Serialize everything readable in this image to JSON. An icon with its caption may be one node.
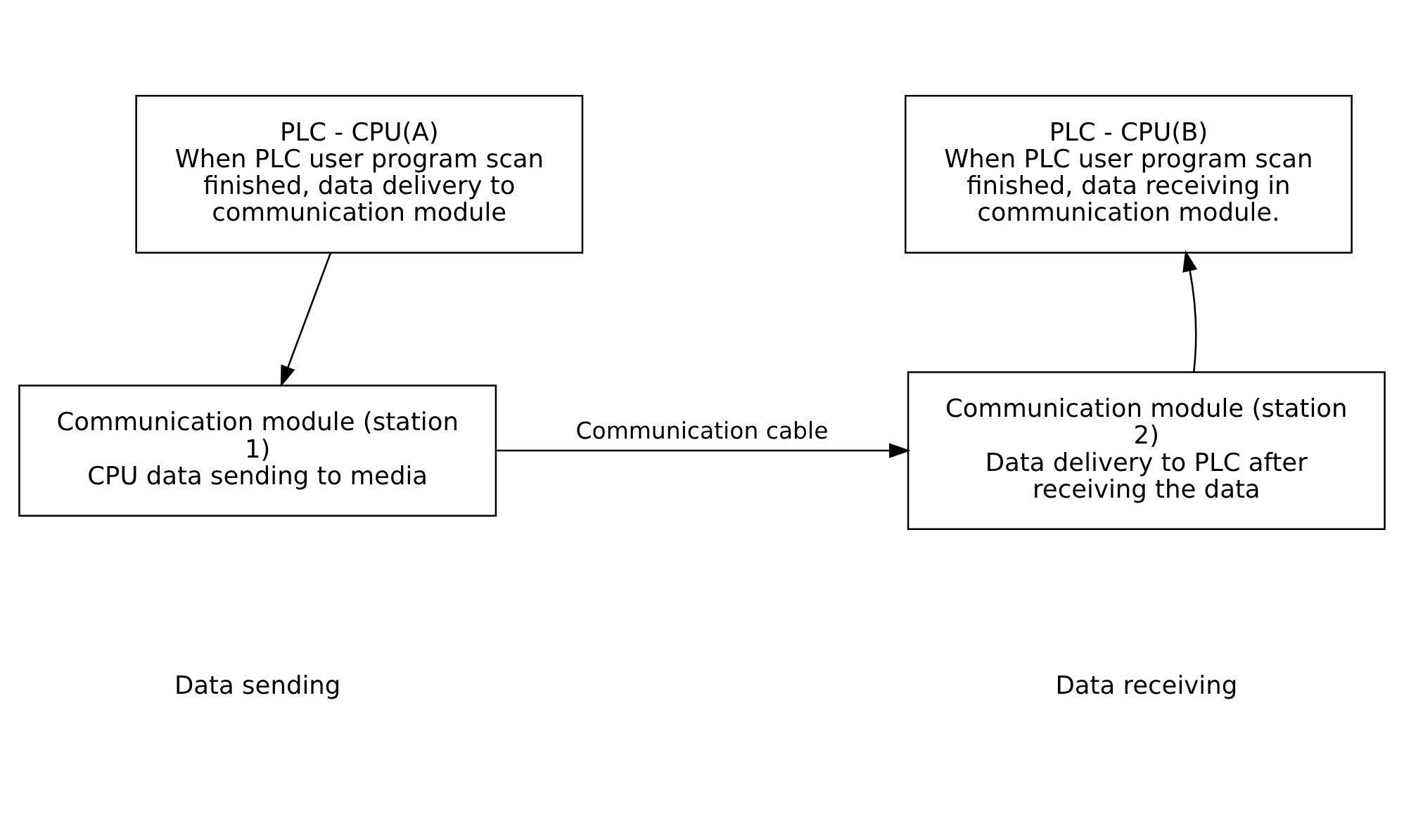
{
  "diagram": {
    "nodes": [
      {
        "text": [
          "PLC - CPU(A)",
          "When PLC user program scan finished, data delivery to communication module"
        ]
      },
      {
        "text": [
          "Communication module (station 1)",
          "CPU data sending to media"
        ]
      },
      {
        "text": [
          "PLC - CPU(B)",
          "When PLC user program scan finished, data receiving in communication module."
        ]
      },
      {
        "text": [
          "Communication module (station 2)",
          "Data delivery to PLC after receiving the data"
        ]
      }
    ],
    "edges": [
      {
        "from": 0,
        "to": 1,
        "arrow": "to"
      },
      {
        "from": 3,
        "to": 2,
        "arrow": "to"
      },
      {
        "from": 1,
        "to": 3,
        "arrow": "to",
        "label": "Communication cable"
      }
    ],
    "labels": [
      "Data sending",
      "Data receiving"
    ]
  }
}
